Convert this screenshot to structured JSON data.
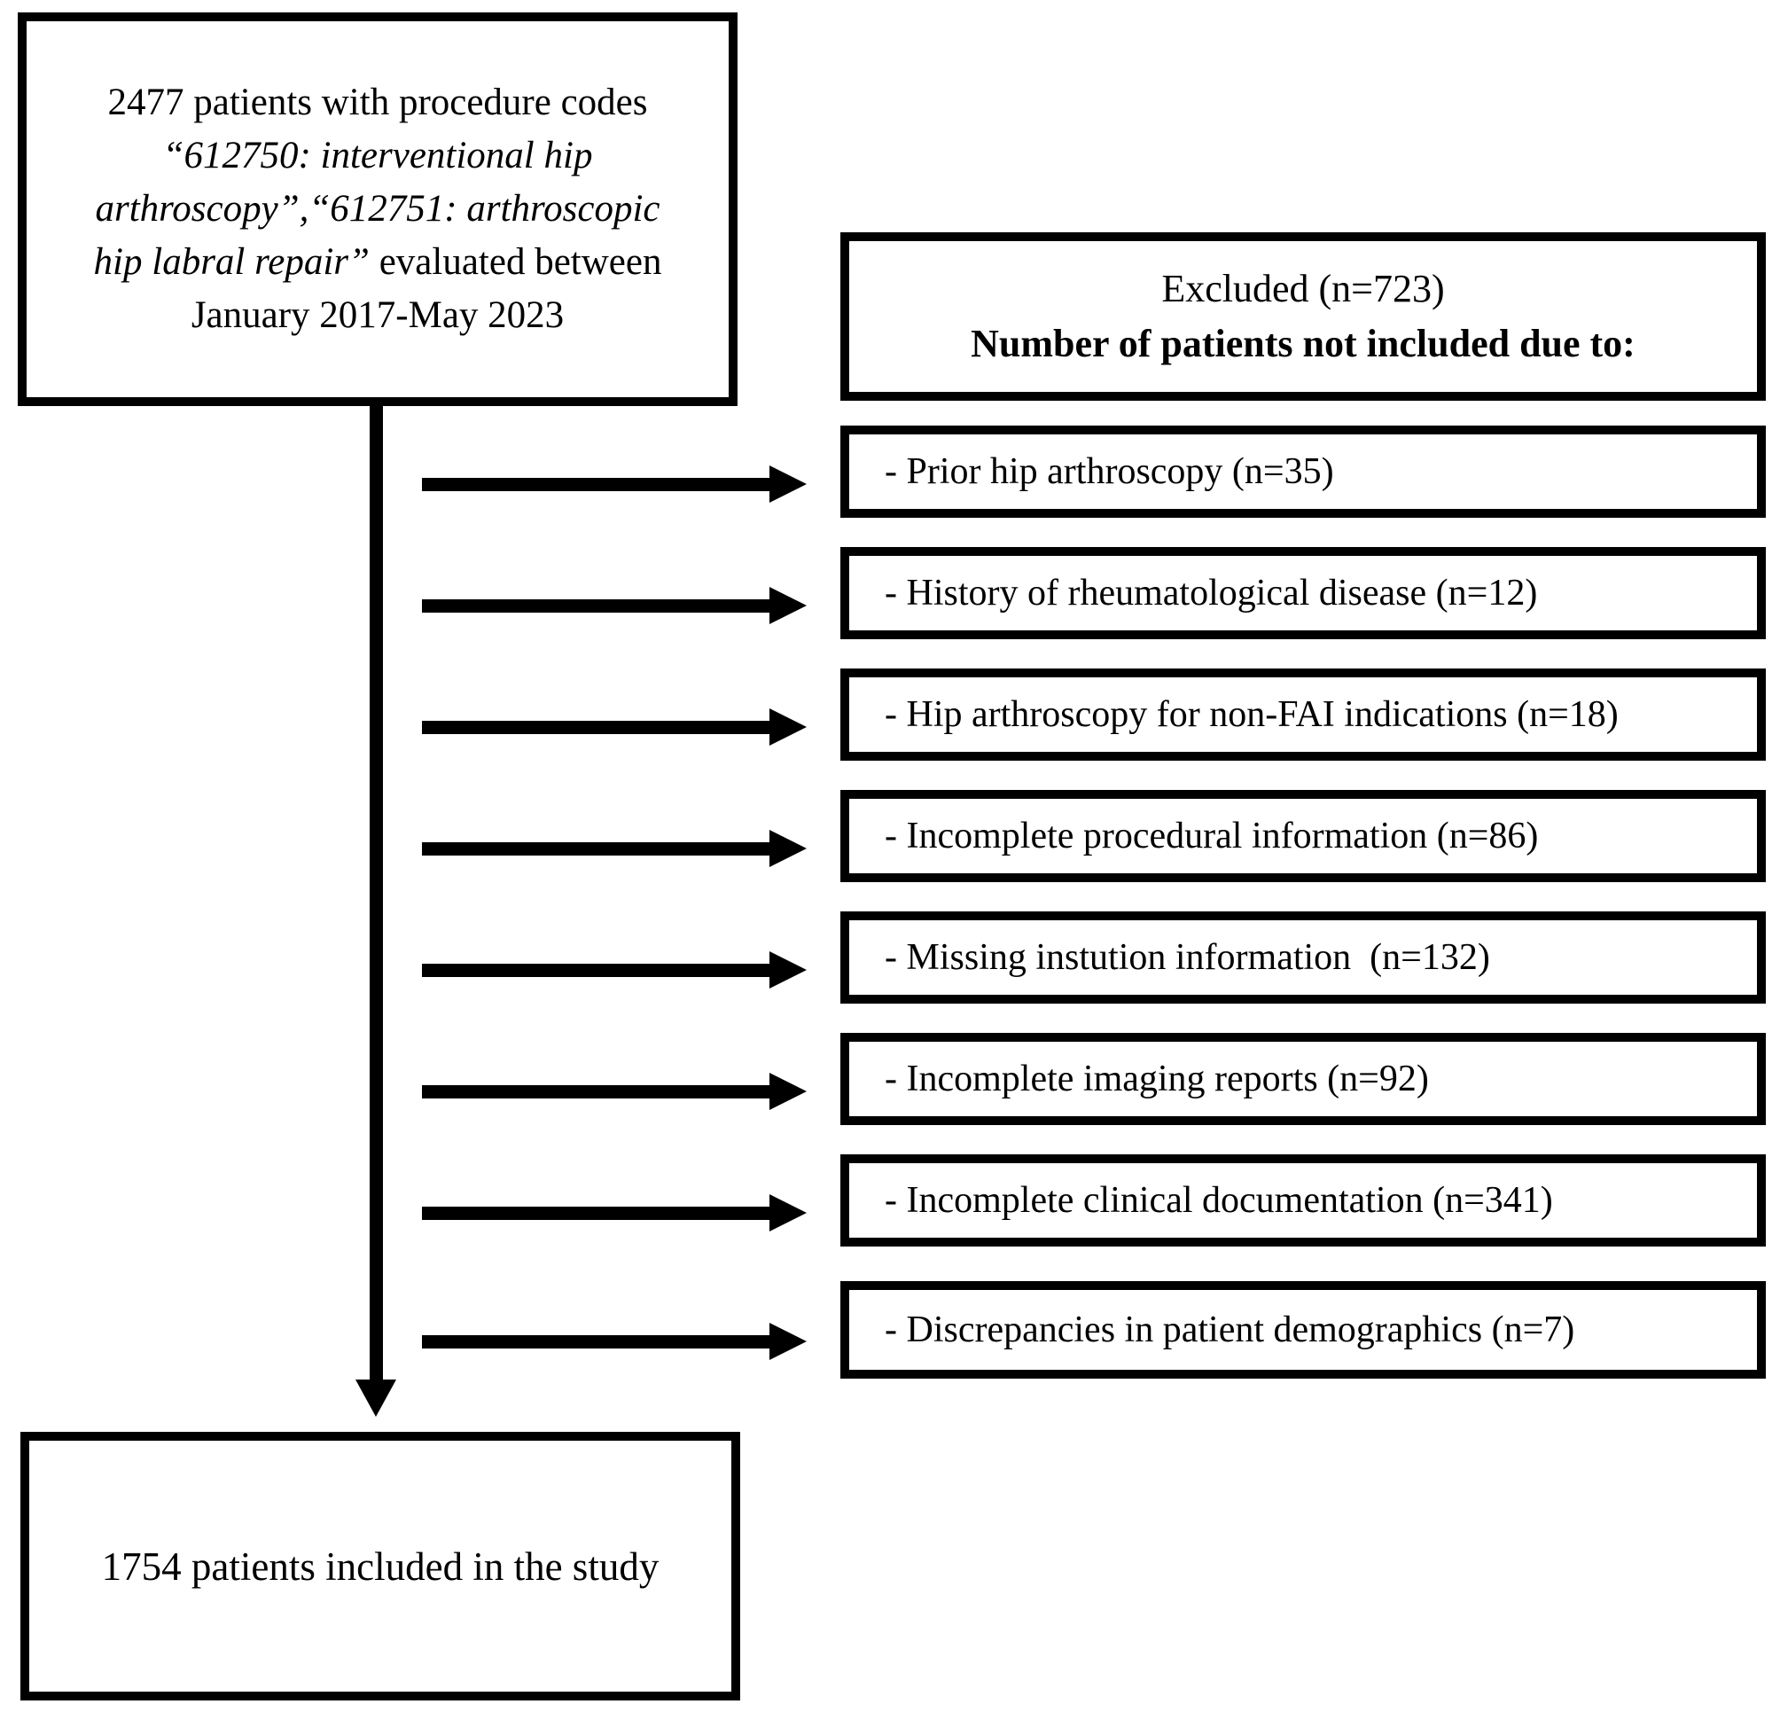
{
  "colors": {
    "ink": "#000000",
    "background": "#ffffff"
  },
  "start_box": {
    "line1": "2477 patients with procedure codes",
    "line2_italic": "“612750: interventional hip",
    "line3_italic": "arthroscopy”,“612751: arthroscopic",
    "line4_italic": "hip labral repair”",
    "line4_normal": " evaluated between",
    "line5": "January 2017-May 2023",
    "total_patients": 2477
  },
  "excluded": {
    "title": "Excluded (n=723)",
    "subtitle": "Number of patients not included due to:",
    "total_excluded": 723,
    "reasons": [
      {
        "label": "- Prior hip arthroscopy (n=35)",
        "n": 35
      },
      {
        "label": "- History of rheumatological disease (n=12)",
        "n": 12
      },
      {
        "label": "- Hip arthroscopy for non-FAI indications (n=18)",
        "n": 18
      },
      {
        "label": "- Incomplete procedural information (n=86)",
        "n": 86
      },
      {
        "label": "- Missing instution information  (n=132)",
        "n": 132
      },
      {
        "label": "- Incomplete imaging reports (n=92)",
        "n": 92
      },
      {
        "label": "- Incomplete clinical documentation (n=341)",
        "n": 341
      },
      {
        "label": "- Discrepancies in patient demographics (n=7)",
        "n": 7
      }
    ]
  },
  "final_box": {
    "label": "1754 patients included in the study",
    "total_included": 1754
  }
}
